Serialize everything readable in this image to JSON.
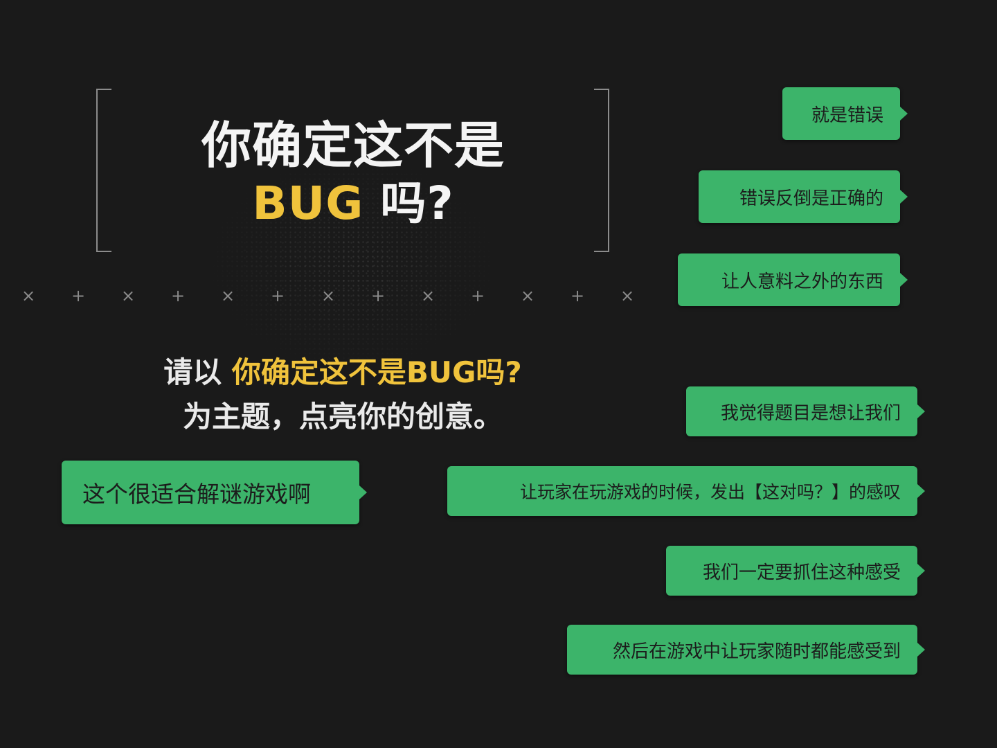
{
  "title": {
    "line1": "你确定这不是",
    "highlight": "BUG",
    "line2_rest": " 吗?"
  },
  "subtitle": {
    "prefix": "请以 ",
    "highlight": "你确定这不是BUG吗?",
    "line2": "为主题，点亮你的创意。"
  },
  "marks": [
    "×",
    "+",
    "×",
    "+",
    "×",
    "+",
    "×",
    "+",
    "×",
    "+",
    "×",
    "+",
    "×"
  ],
  "bubbles": {
    "b1": "就是错误",
    "b2": "错误反倒是正确的",
    "b3": "让人意料之外的东西",
    "b4": "我觉得题目是想让我们",
    "b5": "让玩家在玩游戏的时候，发出【这对吗？】的感叹",
    "b6": "我们一定要抓住这种感受",
    "b7": "然后在游戏中让玩家随时都能感受到",
    "b8": "这个很适合解谜游戏啊"
  },
  "colors": {
    "background": "#1a1a1a",
    "bubble": "#3cb46a",
    "highlight": "#f0c33c"
  }
}
